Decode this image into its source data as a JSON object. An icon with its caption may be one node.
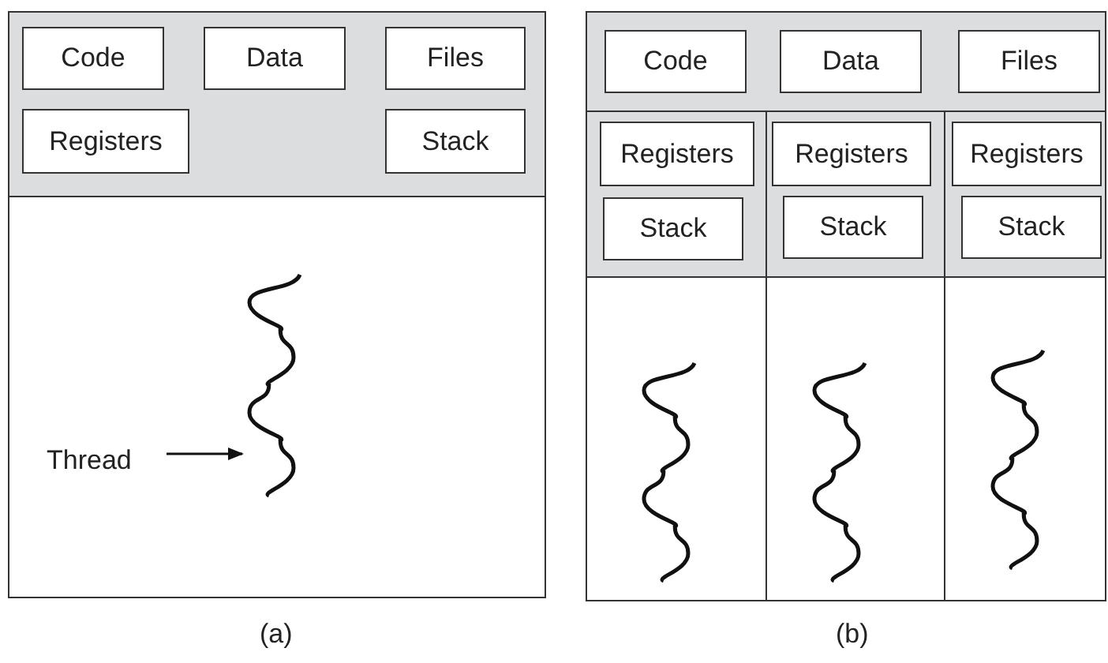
{
  "diagram": {
    "nodes": [
      {
        "text": [],
        "shape": "box"
      },
      {
        "text": [],
        "shape": "box",
        "in": 0
      },
      {
        "text": [
          "Code"
        ],
        "in": 1
      },
      {
        "text": [
          "Data"
        ],
        "in": 1
      },
      {
        "text": [
          "Files"
        ],
        "in": 1
      },
      {
        "text": [
          "Registers"
        ],
        "in": 1
      },
      {
        "text": [
          "Stack"
        ],
        "in": 1
      },
      {
        "text": [
          "Thread"
        ],
        "in": 0
      },
      {
        "text": [],
        "shape": "picture",
        "in": 0
      },
      {
        "text": [],
        "shape": "box"
      },
      {
        "text": [],
        "shape": "box",
        "in": 9
      },
      {
        "text": [
          "Code"
        ],
        "in": 10
      },
      {
        "text": [
          "Data"
        ],
        "in": 10
      },
      {
        "text": [
          "Files"
        ],
        "in": 10
      },
      {
        "text": [],
        "shape": "box",
        "in": 9
      },
      {
        "text": [
          "Registers"
        ],
        "in": 14
      },
      {
        "text": [
          "Stack"
        ],
        "in": 14
      },
      {
        "text": [],
        "shape": "box",
        "in": 9
      },
      {
        "text": [
          "Registers"
        ],
        "in": 17
      },
      {
        "text": [
          "Stack"
        ],
        "in": 17
      },
      {
        "text": [],
        "shape": "box",
        "in": 9
      },
      {
        "text": [
          "Registers"
        ],
        "in": 20
      },
      {
        "text": [
          "Stack"
        ],
        "in": 20
      },
      {
        "text": [],
        "shape": "box",
        "in": 9
      },
      {
        "text": [],
        "shape": "box",
        "in": 9
      },
      {
        "text": [],
        "shape": "box",
        "in": 9
      },
      {
        "text": [],
        "shape": "picture",
        "in": 23
      },
      {
        "text": [],
        "shape": "picture",
        "in": 24
      },
      {
        "text": [],
        "shape": "picture",
        "in": 25
      }
    ],
    "edges": [
      {
        "from": 7,
        "to": 8,
        "arrow": "to"
      }
    ],
    "labels": [
      "(a)",
      "(b)"
    ]
  }
}
